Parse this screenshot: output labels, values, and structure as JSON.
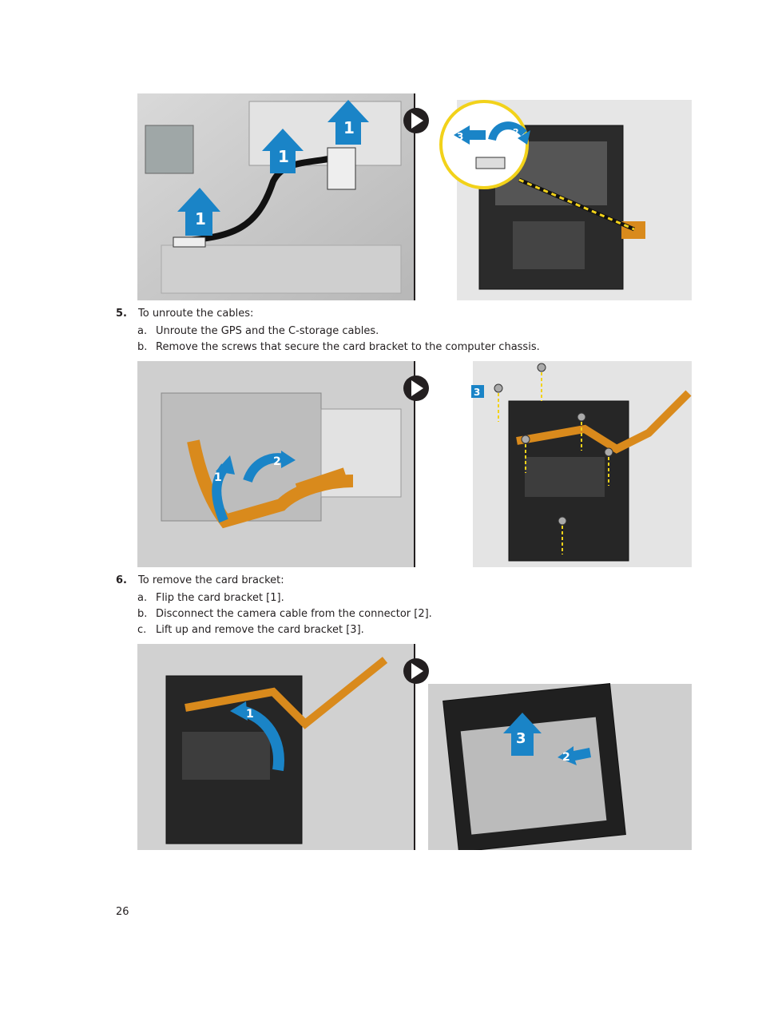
{
  "figures": [
    {
      "callouts": [
        "1",
        "1",
        "1",
        "3",
        "2"
      ]
    },
    {
      "callouts": [
        "1",
        "2",
        "3"
      ]
    },
    {
      "callouts": [
        "1",
        "3",
        "2"
      ]
    }
  ],
  "steps": [
    {
      "number": "5.",
      "text": "To unroute the cables:",
      "substeps": [
        {
          "letter": "a.",
          "text": "Unroute the GPS and the C-storage cables."
        },
        {
          "letter": "b.",
          "text": "Remove the screws that secure the card bracket to the computer chassis."
        }
      ]
    },
    {
      "number": "6.",
      "text": "To remove the card bracket:",
      "substeps": [
        {
          "letter": "a.",
          "text": "Flip the card bracket [1]."
        },
        {
          "letter": "b.",
          "text": "Disconnect the camera cable from the connector [2]."
        },
        {
          "letter": "c.",
          "text": "Lift up and remove the card bracket [3]."
        }
      ]
    }
  ],
  "page_number": "26",
  "colors": {
    "arrow_blue": "#1a84c7",
    "flex_cable": "#d98a1c",
    "divider": "#231f20"
  }
}
